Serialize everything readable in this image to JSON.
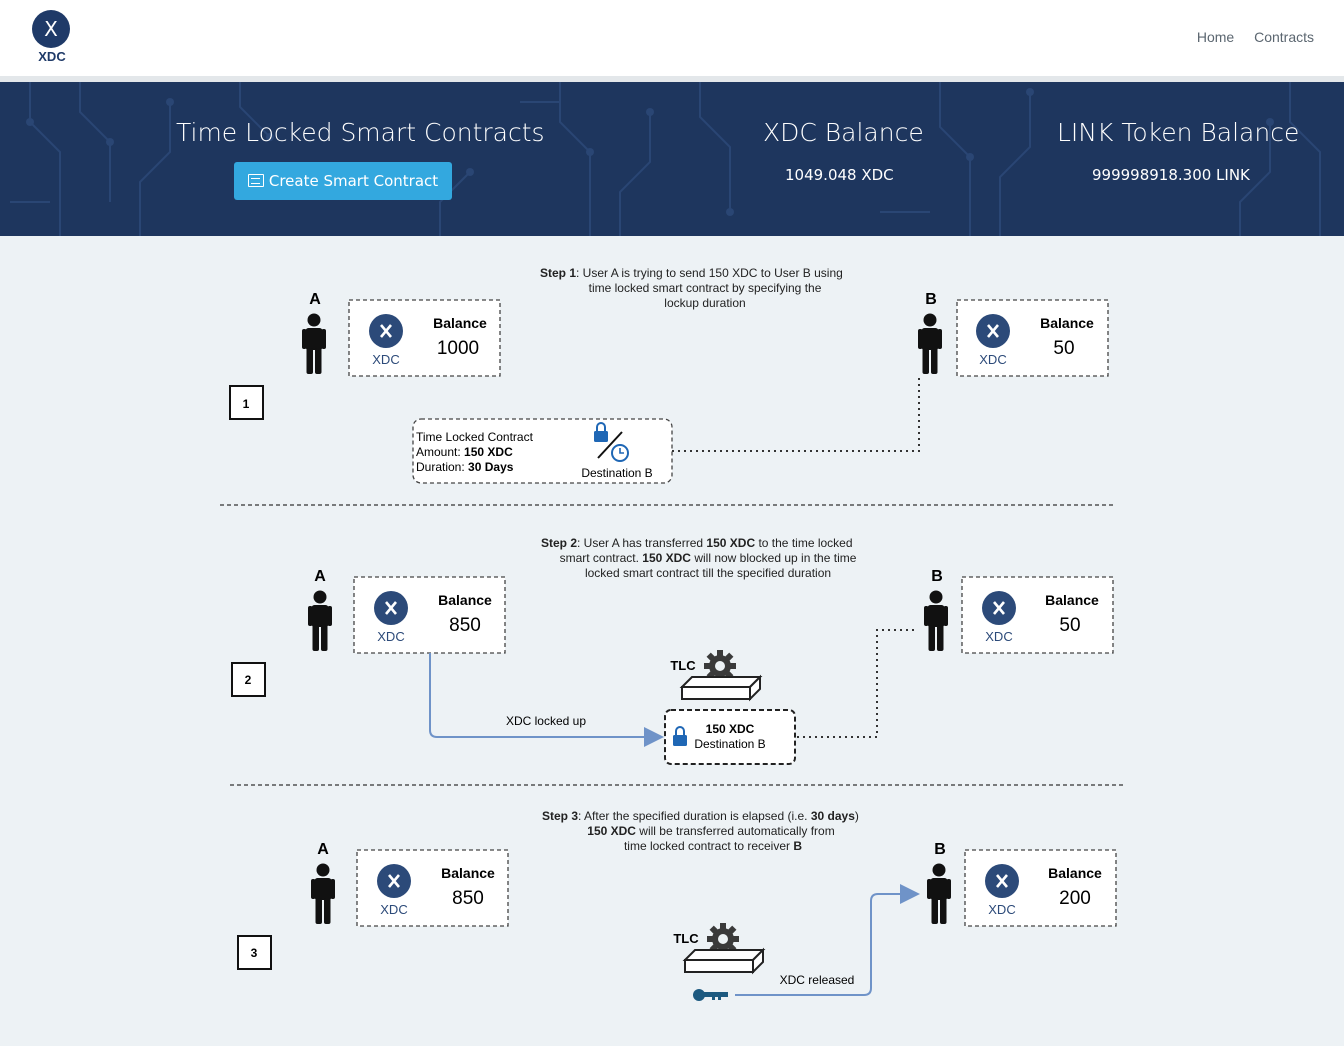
{
  "nav": {
    "logo_text": "XDC",
    "logo_mark": "X",
    "links": [
      "Home",
      "Contracts"
    ]
  },
  "hero": {
    "title": "Time Locked Smart Contracts",
    "create_button": "Create Smart Contract",
    "xdc_title": "XDC Balance",
    "xdc_value": "1049.048 XDC",
    "link_title": "LINK Token Balance",
    "link_value": "999998918.300 LINK"
  },
  "diagram": {
    "step1": {
      "label": "Step 1",
      "text_line1": ": User A is trying to send 150 XDC to User B using",
      "text_line2": "time locked smart contract by specifying the",
      "text_line3": "lockup duration",
      "number": "1",
      "user_a": "A",
      "user_b": "B",
      "a_balance_label": "Balance",
      "a_balance": "1000",
      "b_balance_label": "Balance",
      "b_balance": "50",
      "contract_title": "Time Locked Contract",
      "contract_amount_label": "Amount:",
      "contract_amount": "150 XDC",
      "contract_duration_label": "Duration:",
      "contract_duration": "30 Days",
      "destination": "Destination B"
    },
    "step2": {
      "label": "Step 2",
      "text_line1_a": ": User A has transferred ",
      "text_line1_b": "150 XDC",
      "text_line1_c": " to the time locked",
      "text_line2_a": "smart contract. ",
      "text_line2_b": "150 XDC",
      "text_line2_c": " will now blocked up in the time",
      "text_line3": "locked smart contract till the specified duration",
      "number": "2",
      "user_a": "A",
      "user_b": "B",
      "a_balance_label": "Balance",
      "a_balance": "850",
      "b_balance_label": "Balance",
      "b_balance": "50",
      "tlc": "TLC",
      "locked_label": "XDC locked up",
      "box_amount": "150 XDC",
      "box_destination": "Destination B"
    },
    "step3": {
      "label": "Step 3",
      "text_line1_a": ": After the specified duration is elapsed (i.e. ",
      "text_line1_b": "30 days",
      "text_line1_c": ")",
      "text_line2_a": "150 XDC",
      "text_line2_b": " will be transferred automatically from",
      "text_line3_a": "time locked contract to receiver ",
      "text_line3_b": "B",
      "number": "3",
      "user_a": "A",
      "user_b": "B",
      "a_balance_label": "Balance",
      "a_balance": "850",
      "b_balance_label": "Balance",
      "b_balance": "200",
      "tlc": "TLC",
      "released_label": "XDC released"
    },
    "coin_text": "XDC",
    "coin_mark": "X"
  },
  "colors": {
    "navy": "#1e365e",
    "button": "#33a8df",
    "arrow": "#6f93c8",
    "background": "#edf2f5"
  }
}
